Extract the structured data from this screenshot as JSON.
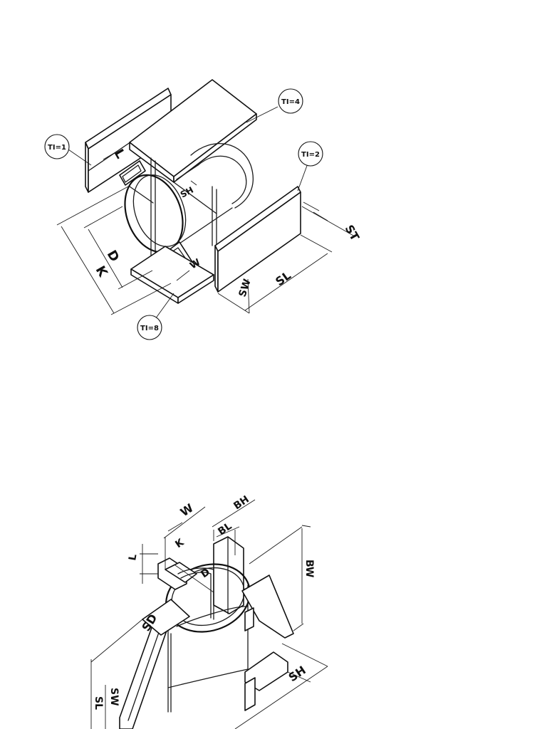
{
  "diagram_top": {
    "tags": {
      "t1": "TI=1",
      "t2": "TI=2",
      "t4": "TI=4",
      "t8": "TI=8"
    },
    "dims": {
      "L": "L",
      "SH": "SH",
      "D": "D",
      "K": "K",
      "W": "W",
      "ST": "ST",
      "SL": "SL",
      "SW": "SW"
    }
  },
  "diagram_bottom": {
    "dims": {
      "W": "W",
      "BH": "BH",
      "BL": "BL",
      "K": "K",
      "L": "L",
      "D": "D",
      "BW": "BW",
      "SD": "SD",
      "SH": "SH",
      "SW": "SW",
      "SL": "SL"
    }
  }
}
